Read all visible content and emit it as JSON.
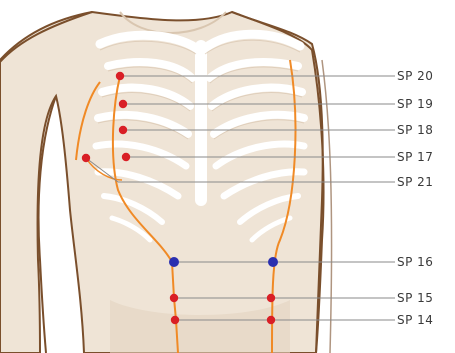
{
  "colors": {
    "skin": "#efe4d6",
    "skin_shade": "#e3d3c0",
    "outline": "#7a4f2c",
    "bone": "#ffffff",
    "bone_edge": "#d9c6b0",
    "meridian": "#f08a26",
    "point_red": "#d91f26",
    "point_blue": "#2a2fb0",
    "leader": "#8a8a8a",
    "label": "#3a3a3a"
  },
  "points": [
    {
      "label": "SP 20",
      "color_key": "point_red"
    },
    {
      "label": "SP 19",
      "color_key": "point_red"
    },
    {
      "label": "SP 18",
      "color_key": "point_red"
    },
    {
      "label": "SP 17",
      "color_key": "point_red"
    },
    {
      "label": "SP 21",
      "color_key": "point_red"
    },
    {
      "label": "SP 16",
      "color_key": "point_blue"
    },
    {
      "label": "SP 15",
      "color_key": "point_red"
    },
    {
      "label": "SP 14",
      "color_key": "point_red"
    }
  ]
}
